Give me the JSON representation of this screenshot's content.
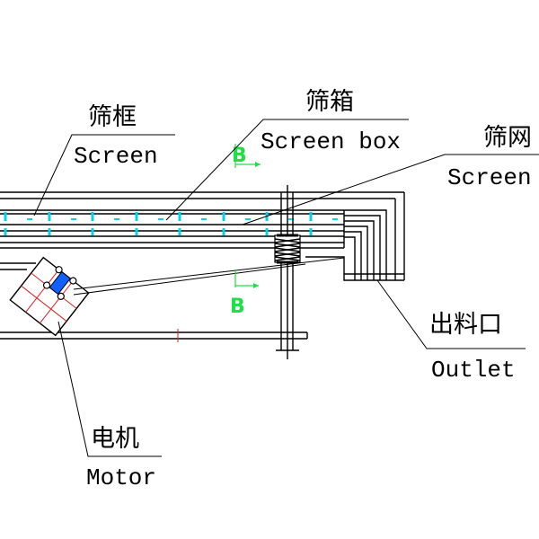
{
  "labels": {
    "screen_frame_cn": "筛框",
    "screen_frame_en": "Screen",
    "screen_box_cn": "筛箱",
    "screen_box_en": "Screen box",
    "screen_mesh_cn": "筛网",
    "screen_mesh_en": "Screen",
    "outlet_cn": "出料口",
    "outlet_en": "Outlet",
    "motor_cn": "电机",
    "motor_en": "Motor"
  },
  "section_marks": {
    "top": "B",
    "bottom": "B"
  },
  "colors": {
    "mesh_dashes": "#00d5f0",
    "section_mark": "#22dd44",
    "motor_grid": "#e02020",
    "motor_bolts": "#1060ff",
    "lines": "#000000"
  }
}
